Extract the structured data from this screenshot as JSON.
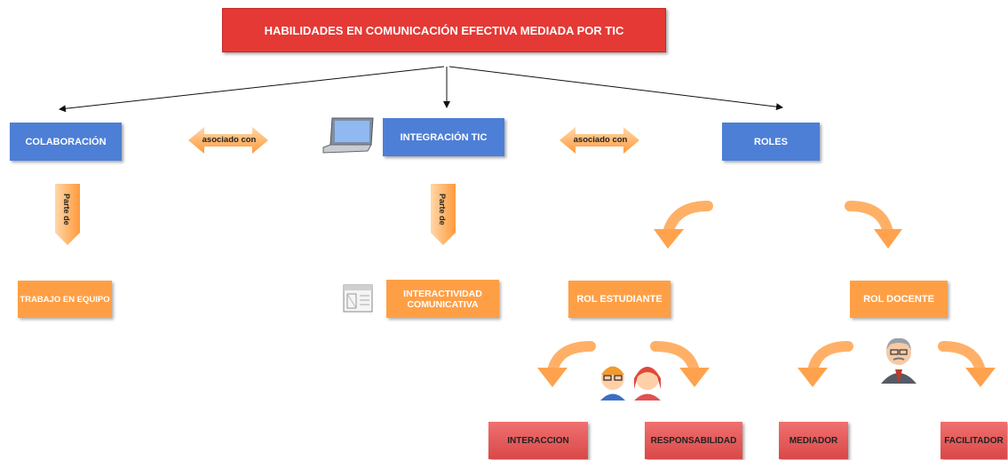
{
  "title": "HABILIDADES EN  COMUNICACIÓN EFECTIVA MEDIADA POR TIC",
  "nodes": {
    "colaboracion": "COLABORACIÓN",
    "integracion": "INTEGRACIÓN TIC",
    "roles": "ROLES",
    "trabajo": "TRABAJO EN EQUIPO",
    "interactividad": "INTERACTIVIDAD COMUNICATIVA",
    "rol_estudiante": "ROL ESTUDIANTE",
    "rol_docente": "ROL DOCENTE",
    "interaccion": "INTERACCION",
    "responsabilidad": "RESPONSABILIDAD",
    "mediador": "MEDIADOR",
    "facilitador": "FACILITADOR"
  },
  "links": {
    "asociado_1": "asociado con",
    "asociado_2": "asociado con",
    "parte_1": "Parte de",
    "parte_2": "Parte de"
  },
  "colors": {
    "title": "#e53935",
    "blue_node": "#4d7fd6",
    "orange_node": "#ff9f45",
    "red_node": "#e45c5c",
    "arrow_orange": "#ffb066"
  },
  "icons": [
    "laptop-icon",
    "document-icon",
    "students-icon",
    "teacher-icon"
  ]
}
